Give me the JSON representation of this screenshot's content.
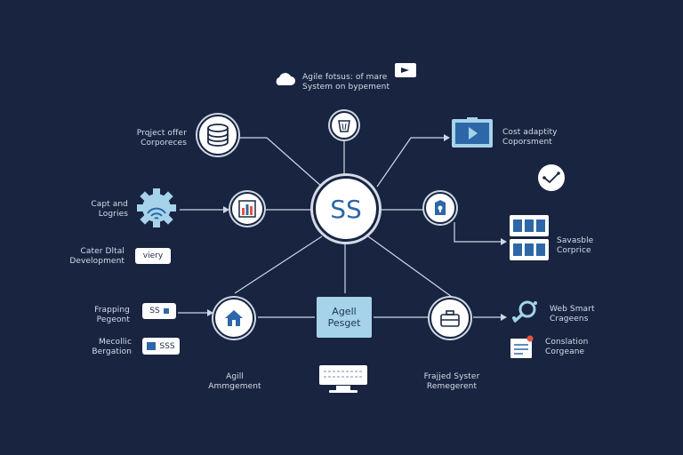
{
  "title": {
    "text": "Agile fotsus: of mare\nSystem on bypement"
  },
  "hub": {
    "label": "SS"
  },
  "labels": {
    "project_offer": "Prqject offer\nCorporeces",
    "cost_adaptity": "Cost adaptity\nCoporsment",
    "capt_and": "Capt and\nLogries",
    "cater_digital": "Cater Dltal\nDevelopment",
    "viery": "viery",
    "frapping": "Frapping\nPegeont",
    "mecollic": "Mecollic\nBergation",
    "ss_chip": "SS",
    "sss_chip": "SSS",
    "agile_box": "Agell\nPesget",
    "agile_arrangement": "Agill\nAmmgement",
    "frajjed_syster": "Frajjed Syster\nRemegerent",
    "savable": "Savasble\nCorprice",
    "web_smart": "Web Smart\nCrageens",
    "conslation": "Conslation\nCorgeane"
  },
  "colors": {
    "background": "#182440",
    "node_fill": "#ffffff",
    "accent_blue": "#2d67a8",
    "light_blue": "#a6d3ea",
    "line": "#cfd8e6",
    "alert_red": "#e2553f"
  },
  "icons": [
    "cloud-icon",
    "folder-icon",
    "bucket-icon",
    "database-icon",
    "monitor-play-icon",
    "chart-icon",
    "gear-icon",
    "calendar-icon",
    "lock-badge-icon",
    "server-rack-icon",
    "house-icon",
    "briefcase-icon",
    "search-icon",
    "document-icon",
    "laptop-icon",
    "route-icon"
  ]
}
